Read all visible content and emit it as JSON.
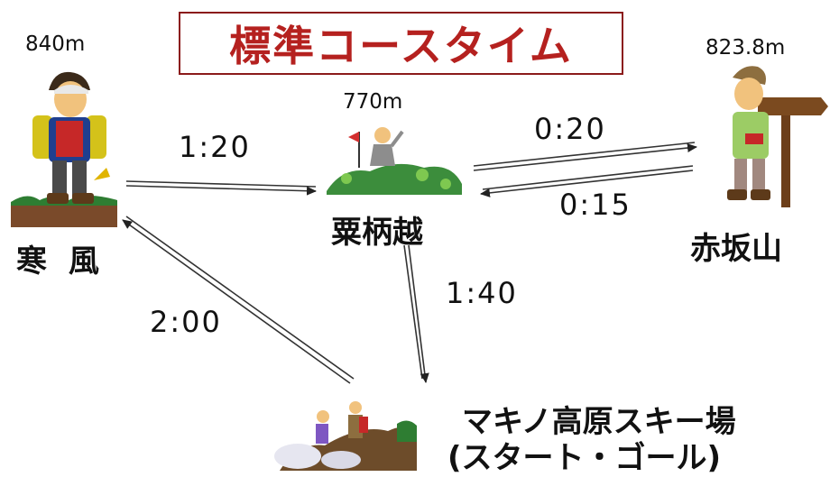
{
  "title": "標準コースタイム",
  "locations": {
    "kanpu": {
      "name": "寒 風",
      "altitude": "840m"
    },
    "kuryugoe": {
      "name": "粟柄越",
      "altitude": "770m"
    },
    "akasaka": {
      "name": "赤坂山",
      "altitude": "823.8m"
    },
    "makino": {
      "name_line1": "マキノ高原スキー場",
      "name_line2": "(スタート・ゴール)"
    }
  },
  "times": {
    "kanpu_to_kuryugoe": "1:20",
    "kuryugoe_to_akasaka": "0:20",
    "akasaka_to_kuryugoe": "0:15",
    "kuryugoe_to_makino": "1:40",
    "makino_to_kanpu": "2:00"
  },
  "icons": {
    "kanpu": "hiker-icon",
    "kuryugoe": "summit-flag-hiker-icon",
    "akasaka": "hiker-signpost-icon",
    "makino": "hiking-group-icon"
  }
}
